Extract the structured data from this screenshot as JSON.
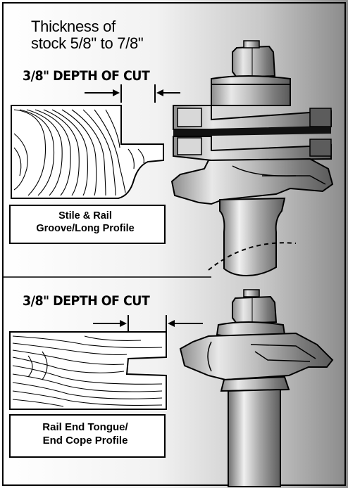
{
  "intro": {
    "line1": "Thickness of",
    "line2": "stock 5/8\" to 7/8\""
  },
  "top_section": {
    "depth_label": "3/8\" DEPTH OF CUT",
    "caption_line1": "Stile & Rail",
    "caption_line2": "Groove/Long Profile"
  },
  "bottom_section": {
    "depth_label": "3/8\" DEPTH OF CUT",
    "caption_line1": "Rail End Tongue/",
    "caption_line2": "End Cope Profile"
  },
  "colors": {
    "background_light": "#ffffff",
    "background_dark": "#8a8a8a",
    "steel": "#b5b5b5",
    "ink": "#000000"
  }
}
